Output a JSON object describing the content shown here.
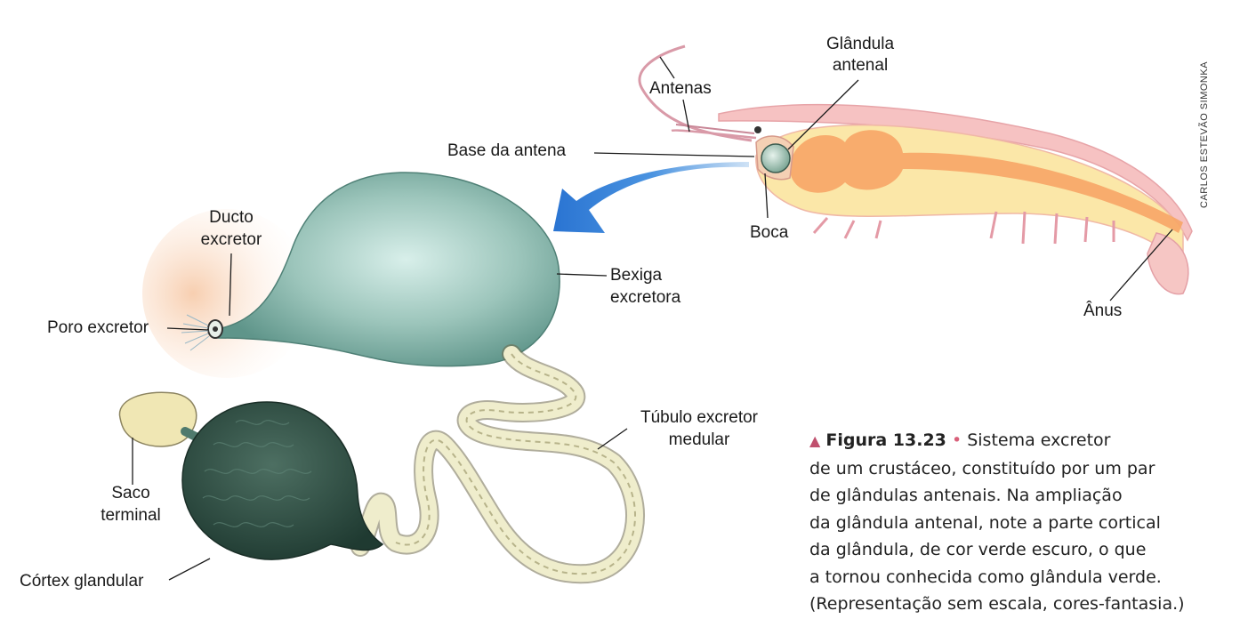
{
  "labels": {
    "antenas": "Antenas",
    "glandula_antenal_1": "Glândula",
    "glandula_antenal_2": "antenal",
    "base_da_antena": "Base da antena",
    "boca": "Boca",
    "anus": "Ânus",
    "ducto_excretor_1": "Ducto",
    "ducto_excretor_2": "excretor",
    "poro_excretor": "Poro excretor",
    "bexiga_excretora_1": "Bexiga",
    "bexiga_excretora_2": "excretora",
    "tubulo_excretor_medular_1": "Túbulo excretor",
    "tubulo_excretor_medular_2": "medular",
    "saco_terminal_1": "Saco",
    "saco_terminal_2": "terminal",
    "cortex_glandular": "Córtex glandular"
  },
  "credit": "CARLOS ESTEVÃO SIMONKA",
  "caption": {
    "marker": "▲",
    "figure_label": "Figura 13.23",
    "bullet": "•",
    "lines": [
      "Sistema excretor",
      "de um crustáceo, constituído por um par",
      "de glândulas antenais. Na ampliação",
      "da glândula antenal, note a parte cortical",
      "da glândula, de cor verde escuro, o que",
      "a tornou conhecida como glândula verde.",
      "(Representação sem escala, cores-fantasia.)"
    ]
  },
  "colors": {
    "bladder": "#7fb0a6",
    "cortex": "#2f4f44",
    "tubule": "#eeecc8",
    "arrow": "#2f7fd6",
    "shrimp_body": "#fbe6a4",
    "shrimp_gut": "#f5a45e",
    "shrimp_shell": "#f2b7b9",
    "caption_accent": "#c0506e"
  }
}
